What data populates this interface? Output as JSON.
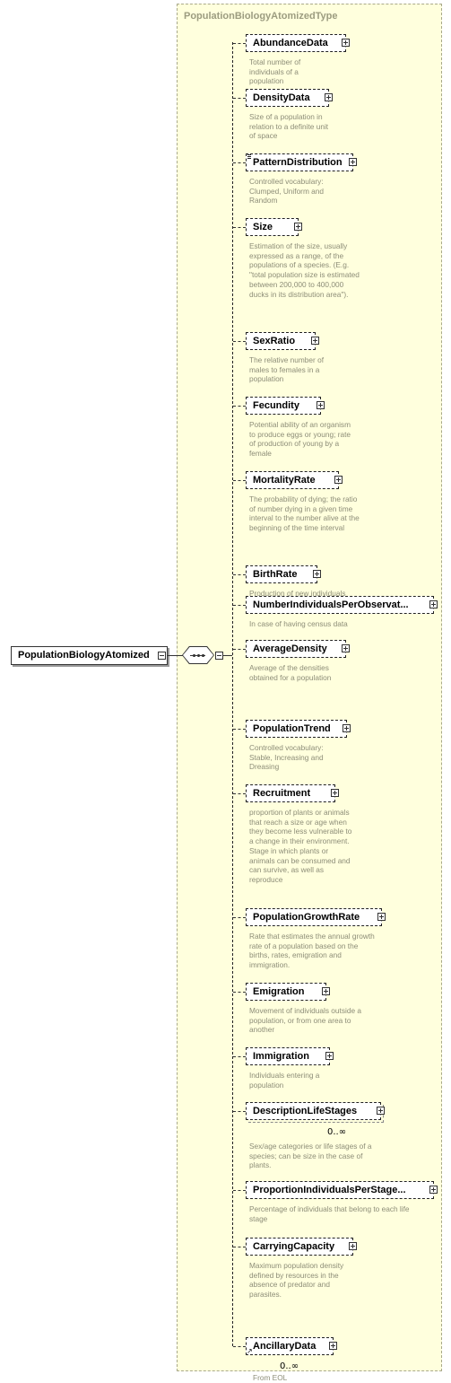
{
  "type_title": "PopulationBiologyAtomizedType",
  "root": {
    "label": "PopulationBiologyAtomized"
  },
  "elements": [
    {
      "label": "AbundanceData",
      "desc": "Total number of individuals of a population"
    },
    {
      "label": "DensityData",
      "desc": "Size of a population in relation to a definite unit of space"
    },
    {
      "label": "PatternDistribution",
      "desc": "Controlled vocabulary: Clumped, Uniform and Random"
    },
    {
      "label": "Size",
      "desc": "Estimation of the size, usually expressed as a range, of the populations of a species. (E.g. \"total population size is estimated between 200,000 to 400,000 ducks in its distribution area\")."
    },
    {
      "label": "SexRatio",
      "desc": "The relative number of males to females in a population"
    },
    {
      "label": "Fecundity",
      "desc": "Potential ability of an organism to produce eggs or young; rate of production of young by a female"
    },
    {
      "label": "MortalityRate",
      "desc": "The probability of dying; the ratio of number dying in a given time interval to the number alive at the beginning of the time interval"
    },
    {
      "label": "BirthRate",
      "desc": "Production of new individuals in a population"
    },
    {
      "label": "NumberIndividualsPerObservat...",
      "desc": "In case of having census data"
    },
    {
      "label": "AverageDensity",
      "desc": "Average of the densities obtained for a population"
    },
    {
      "label": "PopulationTrend",
      "desc": "Controlled vocabulary: Stable, Increasing and Dreasing"
    },
    {
      "label": "Recruitment",
      "desc": "proportion of plants or animals that reach a size or age when they become less vulnerable to a change in their environment. Stage in which plants or animals can be consumed and can survive, as well as reproduce"
    },
    {
      "label": "PopulationGrowthRate",
      "desc": "Rate that estimates the annual growth rate of a population based on the births, rates, emigration and immigration."
    },
    {
      "label": "Emigration",
      "desc": "Movement of individuals outside a population, or from one area to another"
    },
    {
      "label": "Immigration",
      "desc": "Individuals entering a population"
    },
    {
      "label": "DescriptionLifeStages",
      "cardinality": "0..∞",
      "desc": "Sex/age categories or life stages of a species; can be size in the case of plants."
    },
    {
      "label": "ProportionIndividualsPerStage...",
      "desc": "Percentage of individuals that belong to each life stage"
    },
    {
      "label": "CarryingCapacity",
      "desc": "Maximum population density defined by resources in the absence of predator and parasites."
    },
    {
      "label": "AncillaryData",
      "cardinality": "0..∞",
      "desc": "From EOL"
    }
  ]
}
